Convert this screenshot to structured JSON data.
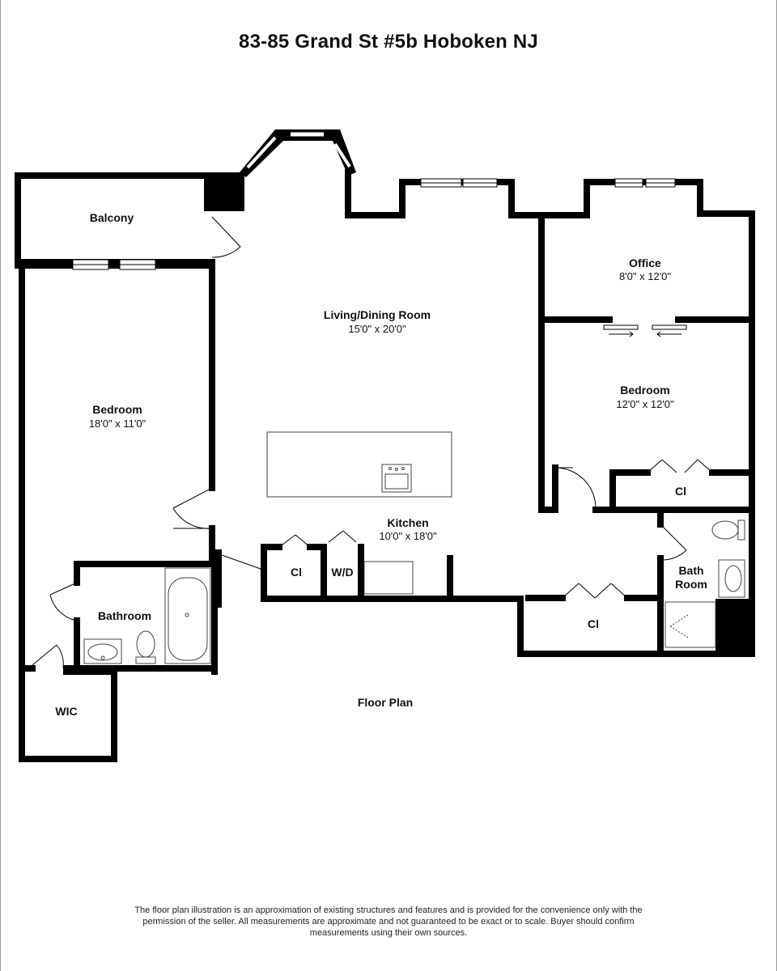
{
  "title": "83-85 Grand St #5b Hoboken NJ",
  "plan_label": "Floor Plan",
  "rooms": {
    "balcony": {
      "name": "Balcony"
    },
    "bedroom_left": {
      "name": "Bedroom",
      "dims": "18'0\" x 11'0\""
    },
    "living": {
      "name": "Living/Dining Room",
      "dims": "15'0\" x 20'0\""
    },
    "office": {
      "name": "Office",
      "dims": "8'0\" x 12'0\""
    },
    "bedroom_right": {
      "name": "Bedroom",
      "dims": "12'0\" x 12'0\""
    },
    "kitchen": {
      "name": "Kitchen",
      "dims": "10'0\" x 18'0\""
    },
    "bathroom": {
      "name": "Bathroom"
    },
    "bath_room_line1": "Bath",
    "bath_room_line2": "Room",
    "wic": {
      "name": "WIC"
    },
    "closet_kitchen": "Cl",
    "washer_dryer": "W/D",
    "closet_bedroom": "Cl",
    "closet_hall": "Cl"
  },
  "disclaimer": {
    "line1": "The floor plan illustration is an approximation of existing structures and features and is provided for the convenience only with the",
    "line2": "permission of the seller. All measurements are approximate and not guaranteed to be exact or to scale. Buyer should confirm",
    "line3": "measurements using their own sources."
  }
}
